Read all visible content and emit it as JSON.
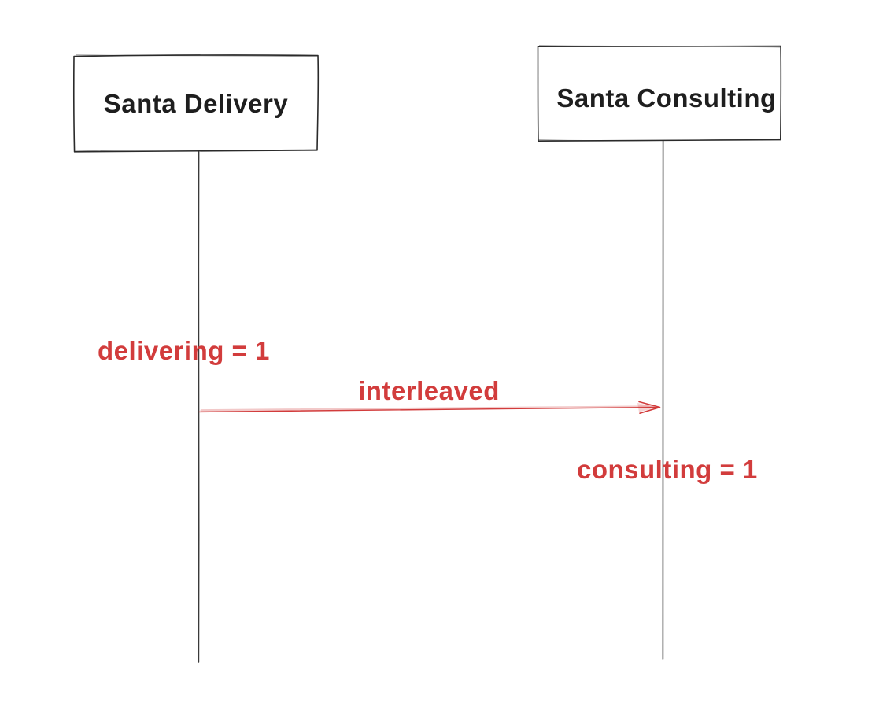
{
  "diagram": {
    "type": "sequence-diagram",
    "style": "hand-drawn",
    "actors": [
      {
        "name": "Santa Delivery"
      },
      {
        "name": "Santa Consulting"
      }
    ],
    "labels": {
      "delivering_state": "delivering = 1",
      "message": "interleaved",
      "consulting_state": "consulting = 1"
    },
    "message": {
      "from": "Santa Delivery",
      "to": "Santa Consulting",
      "label": "interleaved"
    },
    "colors": {
      "background": "#ffffff",
      "ink": "#1e1e1e",
      "lifeline": "#3a3a3a",
      "accent_red": "#d23c3c"
    }
  }
}
